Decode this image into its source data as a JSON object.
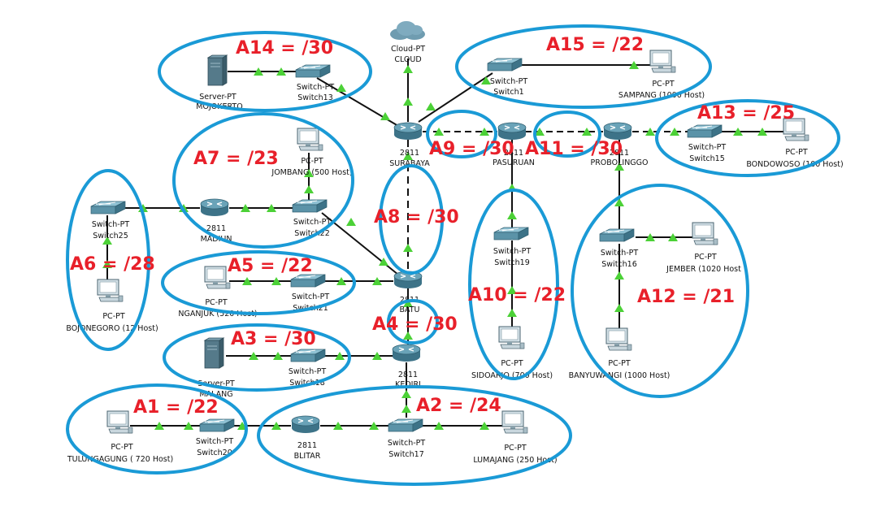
{
  "colors": {
    "ellipse": "#1a9ad6",
    "subnet_text": "#e8202a",
    "link": "#111111",
    "link_marker": "#4cd137",
    "router_top": "#6aa3b8",
    "router_side": "#3d7388",
    "switch_top": "#5b93a8",
    "pc_body": "#9bb6c4"
  },
  "subnets": [
    {
      "id": "A14",
      "label": "A14 = /30"
    },
    {
      "id": "A15",
      "label": "A15 = /22"
    },
    {
      "id": "A7",
      "label": "A7 = /23"
    },
    {
      "id": "A9",
      "label": "A9 = /30"
    },
    {
      "id": "A11",
      "label": "A11 = /30"
    },
    {
      "id": "A13",
      "label": "A13 = /25"
    },
    {
      "id": "A8",
      "label": "A8 = /30"
    },
    {
      "id": "A6",
      "label": "A6 = /28"
    },
    {
      "id": "A5",
      "label": "A5 = /22"
    },
    {
      "id": "A10",
      "label": "A10 = /22"
    },
    {
      "id": "A12",
      "label": "A12 = /21"
    },
    {
      "id": "A4",
      "label": "A4 = /30"
    },
    {
      "id": "A3",
      "label": "A3 = /30"
    },
    {
      "id": "A1",
      "label": "A1 = /22"
    },
    {
      "id": "A2",
      "label": "A2 = /24"
    }
  ],
  "devices": {
    "cloud": {
      "type": "Cloud-PT",
      "name": "CLOUD",
      "icon": "cloud-icon"
    },
    "surabaya": {
      "type": "2811",
      "name": "SURABAYA",
      "icon": "router-icon"
    },
    "pasuruan": {
      "type": "2811",
      "name": "PASURUAN",
      "icon": "router-icon"
    },
    "probolinggo": {
      "type": "2811",
      "name": "PROBOLINGGO",
      "icon": "router-icon"
    },
    "madiun": {
      "type": "2811",
      "name": "MADIUN",
      "icon": "router-icon"
    },
    "batu": {
      "type": "2811",
      "name": "BATU",
      "icon": "router-icon"
    },
    "kediri": {
      "type": "2811",
      "name": "KEDIRI",
      "icon": "router-icon"
    },
    "blitar": {
      "type": "2811",
      "name": "BLITAR",
      "icon": "router-icon"
    },
    "server_mojokerto": {
      "type": "Server-PT",
      "name": "MOJOKERTO",
      "icon": "server-icon"
    },
    "server_malang": {
      "type": "Server-PT",
      "name": "MALANG",
      "icon": "server-icon"
    },
    "switch13": {
      "type": "Switch-PT",
      "name": "Switch13",
      "icon": "switch-icon"
    },
    "switch1": {
      "type": "Switch-PT",
      "name": "Switch1",
      "icon": "switch-icon"
    },
    "switch15": {
      "type": "Switch-PT",
      "name": "Switch15",
      "icon": "switch-icon"
    },
    "switch22": {
      "type": "Switch-PT",
      "name": "Switch22",
      "icon": "switch-icon"
    },
    "switch25": {
      "type": "Switch-PT",
      "name": "Switch25",
      "icon": "switch-icon"
    },
    "switch21": {
      "type": "Switch-PT",
      "name": "Switch21",
      "icon": "switch-icon"
    },
    "switch19": {
      "type": "Switch-PT",
      "name": "Switch19",
      "icon": "switch-icon"
    },
    "switch16": {
      "type": "Switch-PT",
      "name": "Switch16",
      "icon": "switch-icon"
    },
    "switch18": {
      "type": "Switch-PT",
      "name": "Switch18",
      "icon": "switch-icon"
    },
    "switch20": {
      "type": "Switch-PT",
      "name": "Switch20",
      "icon": "switch-icon"
    },
    "switch17": {
      "type": "Switch-PT",
      "name": "Switch17",
      "icon": "switch-icon"
    },
    "pc_sampang": {
      "type": "PC-PT",
      "name": "SAMPANG (1000 Host)",
      "icon": "pc-icon"
    },
    "pc_bondowoso": {
      "type": "PC-PT",
      "name": "BONDOWOSO (100 Host)",
      "icon": "pc-icon"
    },
    "pc_jombang": {
      "type": "PC-PT",
      "name": "JOMBANG (500 Host)",
      "icon": "pc-icon"
    },
    "pc_bojonegoro": {
      "type": "PC-PT",
      "name": "BOJONEGORO (12 Host)",
      "icon": "pc-icon"
    },
    "pc_nganjuk": {
      "type": "PC-PT",
      "name": "NGANJUK (520 Host)",
      "icon": "pc-icon"
    },
    "pc_sidoarjo": {
      "type": "PC-PT",
      "name": "SIDOARJO (700 Host)",
      "icon": "pc-icon"
    },
    "pc_jember": {
      "type": "PC-PT",
      "name": "JEMBER (1020 Host",
      "icon": "pc-icon"
    },
    "pc_banyuwangi": {
      "type": "PC-PT",
      "name": "BANYUWANGI (1000 Host)",
      "icon": "pc-icon"
    },
    "pc_tulungagung": {
      "type": "PC-PT",
      "name": "TULUNGAGUNG ( 720 Host)",
      "icon": "pc-icon"
    },
    "pc_lumajang": {
      "type": "PC-PT",
      "name": "LUMAJANG (250 Host)",
      "icon": "pc-icon"
    }
  }
}
